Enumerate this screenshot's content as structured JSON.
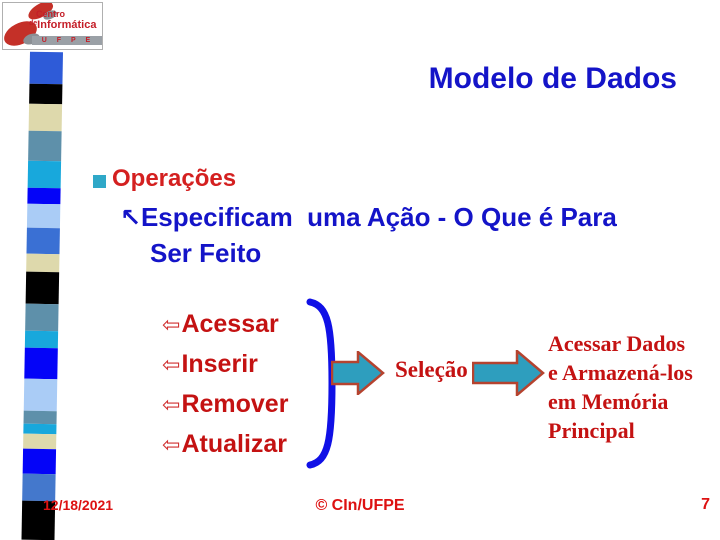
{
  "logo": {
    "line1": "Centro",
    "line2_small": "de",
    "line2": "Informática",
    "acronym": "U F P E"
  },
  "slide": {
    "title": "Modelo de Dados",
    "heading": "Operações",
    "subbullet": {
      "arrow_glyph": "↖",
      "line1": "Especificam  uma Ação - O Que é Para",
      "line2": "Ser Feito"
    },
    "operations": {
      "glyph": "⇦",
      "items": [
        "Acessar",
        "Inserir",
        "Remover",
        "Atualizar"
      ]
    },
    "flow": {
      "selection_label": "Seleção",
      "result_lines": [
        "Acessar Dados",
        "e Armazená-los",
        "em Memória",
        "Principal"
      ]
    },
    "footer": {
      "date": "12/18/2021",
      "copyright": "© CIn/UFPE",
      "page": "7"
    }
  },
  "colors": {
    "title_blue": "#1414C8",
    "heading_red": "#D42020",
    "list_red": "#C41212",
    "footer_red": "#DD1111",
    "arrow_fill": "#2E9EBE",
    "arrow_outline": "#B5432F",
    "bracket_blue": "#1010E6",
    "bullet_teal": "#2FA8C8"
  },
  "strip": {
    "blocks": [
      {
        "color": "#2E5BD8",
        "height": 32
      },
      {
        "color": "#000000",
        "height": 20
      },
      {
        "color": "#DED9AC",
        "height": 27
      },
      {
        "color": "#5E90AA",
        "height": 30
      },
      {
        "color": "#18A8DC",
        "height": 27
      },
      {
        "color": "#0404F8",
        "height": 16
      },
      {
        "color": "#AACCF6",
        "height": 24
      },
      {
        "color": "#3A70D4",
        "height": 26
      },
      {
        "color": "#DED9AC",
        "height": 18
      },
      {
        "color": "#000000",
        "height": 32
      },
      {
        "color": "#5E90AA",
        "height": 27
      },
      {
        "color": "#18A8DC",
        "height": 17
      },
      {
        "color": "#0404F8",
        "height": 31
      },
      {
        "color": "#AACCF6",
        "height": 32
      },
      {
        "color": "#5E90AA",
        "height": 13
      },
      {
        "color": "#18A8DC",
        "height": 10
      },
      {
        "color": "#DED9AC",
        "height": 15
      },
      {
        "color": "#0404F8",
        "height": 25
      },
      {
        "color": "#4478CC",
        "height": 27
      },
      {
        "color": "#000000",
        "height": 39
      }
    ]
  }
}
